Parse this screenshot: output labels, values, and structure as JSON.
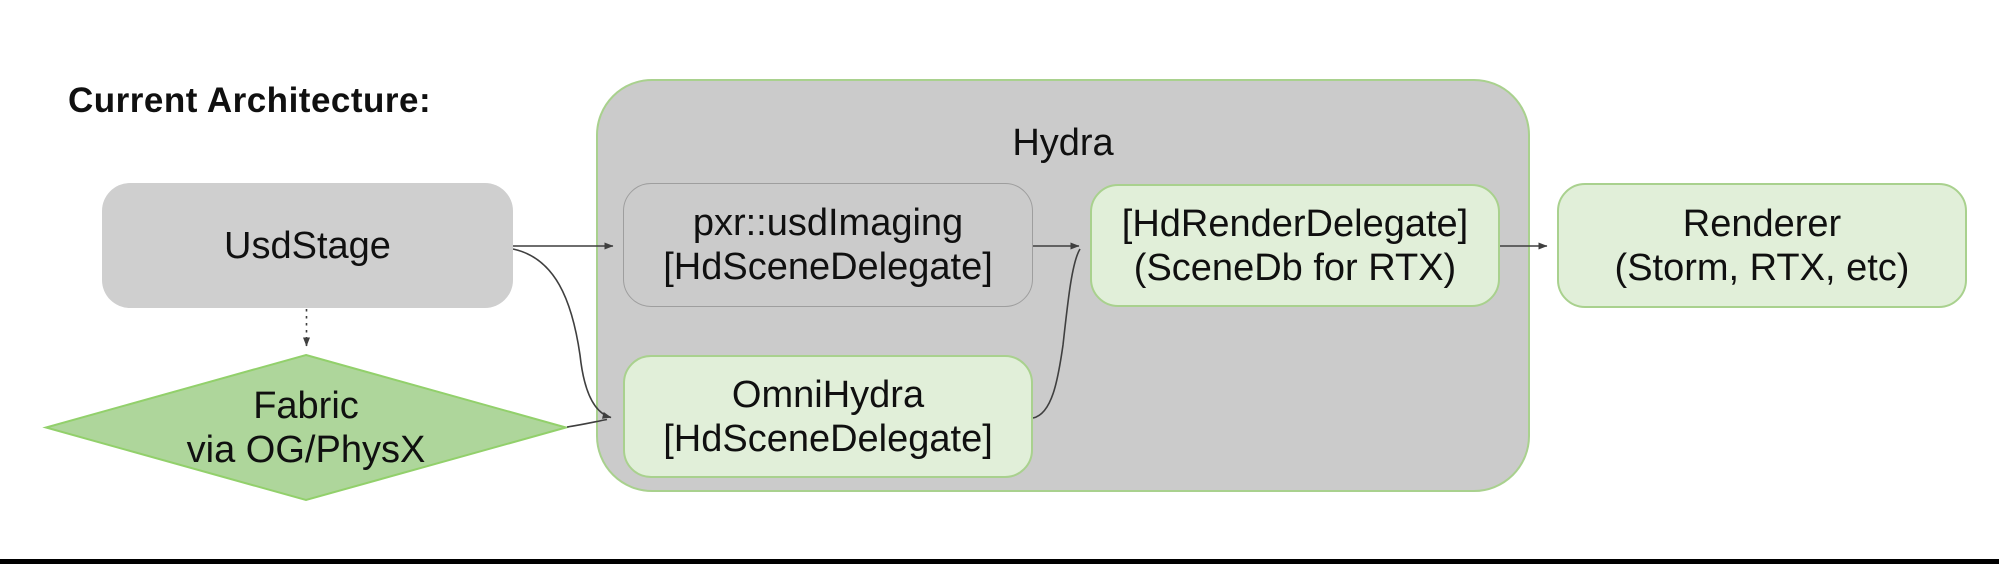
{
  "title": "Current Architecture:",
  "container": {
    "label": "Hydra"
  },
  "nodes": {
    "usdstage": {
      "line1": "UsdStage"
    },
    "pxr": {
      "line1": "pxr::usdImaging",
      "line2": "[HdSceneDelegate]"
    },
    "omnihydra": {
      "line1": "OmniHydra",
      "line2": "[HdSceneDelegate]"
    },
    "hdrenderdelegate": {
      "line1": "[HdRenderDelegate]",
      "line2": "(SceneDb for RTX)"
    },
    "renderer": {
      "line1": "Renderer",
      "line2": "(Storm, RTX, etc)"
    },
    "fabric": {
      "line1": "Fabric",
      "line2": "via OG/PhysX"
    }
  },
  "edges": [
    {
      "from": "UsdStage",
      "to": "pxr::usdImaging",
      "style": "solid-arrow"
    },
    {
      "from": "UsdStage",
      "to": "Fabric via OG/PhysX",
      "style": "dotted-arrow"
    },
    {
      "from": "UsdStage",
      "to": "OmniHydra",
      "style": "curved-arrow"
    },
    {
      "from": "Fabric via OG/PhysX",
      "to": "OmniHydra",
      "style": "solid"
    },
    {
      "from": "pxr::usdImaging",
      "to": "[HdRenderDelegate]",
      "style": "solid-arrow"
    },
    {
      "from": "OmniHydra",
      "to": "[HdRenderDelegate]",
      "style": "curved"
    },
    {
      "from": "[HdRenderDelegate]",
      "to": "Renderer",
      "style": "solid-arrow"
    }
  ],
  "colors": {
    "box_gray": "#cfcfcf",
    "container_fill": "#cbcbcb",
    "gray_border": "#9e9e9e",
    "green_fill": "#e1efd9",
    "green_border": "#a9d18e",
    "diamond_fill": "#aed69b",
    "diamond_border": "#92d06b",
    "arrow": "#3f3f3f",
    "bottom_bar": "#000000",
    "text": "#101010"
  }
}
